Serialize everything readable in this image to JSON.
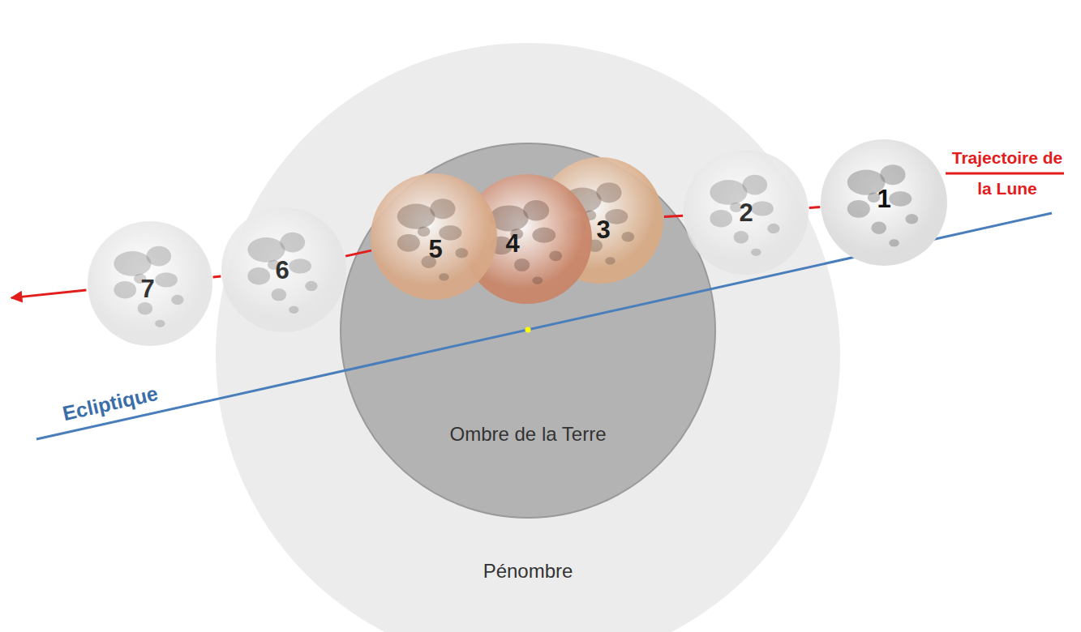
{
  "diagram": {
    "nodes": [
      {
        "text": [
          "Pénombre"
        ]
      },
      {
        "text": [
          "Ombre de la Terre"
        ],
        "in": 0
      },
      {
        "text": [
          "1"
        ]
      },
      {
        "text": [
          "2"
        ],
        "in": 0
      },
      {
        "text": [
          "3"
        ],
        "in": 1
      },
      {
        "text": [
          "4"
        ],
        "in": 1
      },
      {
        "text": [
          "5"
        ],
        "in": 1
      },
      {
        "text": [
          "6"
        ],
        "in": 0
      },
      {
        "text": [
          "7"
        ]
      }
    ],
    "edges": [
      {
        "from": 2,
        "to": 3,
        "arrow": "none"
      },
      {
        "from": 3,
        "to": 4,
        "arrow": "none"
      },
      {
        "from": 6,
        "to": 7,
        "arrow": "none"
      },
      {
        "from": 7,
        "to": 8,
        "arrow": "none"
      }
    ],
    "labels": [
      "Trajectoire de la Lune",
      "Ecliptique"
    ]
  }
}
